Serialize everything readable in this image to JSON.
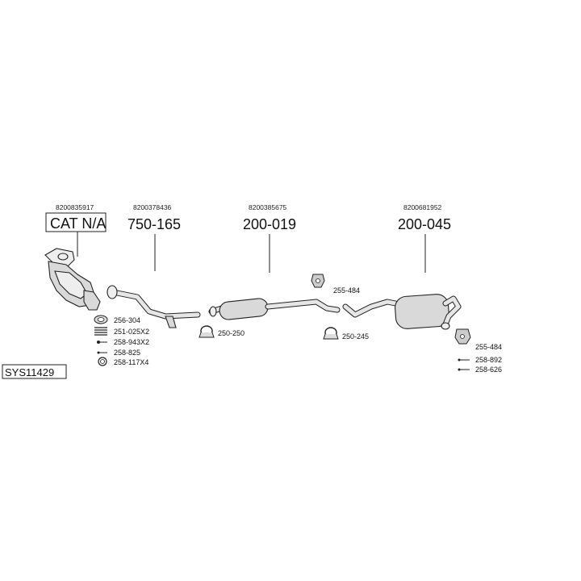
{
  "system_code": "SYS11429",
  "parts": {
    "catalytic": {
      "oem": "8200835917",
      "number": "CAT N/A"
    },
    "front_pipe": {
      "oem": "8200378436",
      "number": "750-165"
    },
    "middle_silencer": {
      "oem": "8200385675",
      "number": "200-019"
    },
    "rear_silencer": {
      "oem": "8200681952",
      "number": "200-045"
    }
  },
  "accessories": {
    "gasket_1": "256-304",
    "spring": "251-025X2",
    "bolt": "258-943X2",
    "screw_1": "258-825",
    "ring_1": "258-117X4",
    "clamp_1": "250-250",
    "mount_1": "255-484",
    "clamp_2": "250-245",
    "mount_2": "255-484",
    "screw_2": "258-892",
    "screw_3": "258-626"
  }
}
